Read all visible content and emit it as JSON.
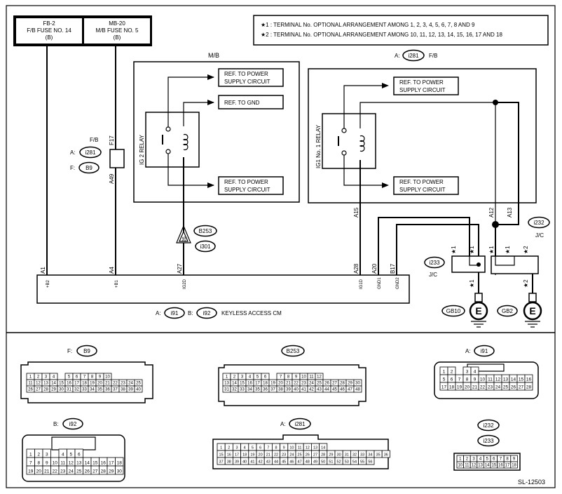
{
  "fuses": [
    {
      "line1": "FB-2",
      "line2": "F/B FUSE NO. 14",
      "line3": "(B)"
    },
    {
      "line1": "MB-20",
      "line2": "M/B FUSE NO. 5",
      "line3": "(B)"
    }
  ],
  "legend": [
    "★1  : TERMINAL No. OPTIONAL ARRANGEMENT AMONG 1, 2, 3, 4, 5, 6, 7, 8 AND 9",
    "★2  : TERMINAL No. OPTIONAL ARRANGEMENT AMONG 10, 11, 12, 13, 14, 15, 16, 17 AND 18"
  ],
  "mb": {
    "title": "M/B",
    "relay": "IG 2 RELAY",
    "ref_power_1a": "REF. TO POWER",
    "ref_power_1b": "SUPPLY CIRCUIT",
    "ref_gnd": "REF. TO GND",
    "ref_power_2a": "REF. TO POWER",
    "ref_power_2b": "SUPPLY CIRCUIT"
  },
  "fb": {
    "prefix": "A:",
    "conn": "i281",
    "title": "F/B",
    "relay": "IG1 No. 1 RELAY",
    "ref_power_1a": "REF. TO POWER",
    "ref_power_1b": "SUPPLY CIRCUIT",
    "ref_power_2a": "REF. TO POWER",
    "ref_power_2b": "SUPPLY CIRCUIT"
  },
  "fb_block": {
    "title": "F/B",
    "a_prefix": "A:",
    "a_conn": "i281",
    "f_prefix": "F:",
    "f_conn": "B9",
    "f17": "F17",
    "a49": "A49"
  },
  "splice": {
    "num": "26",
    "c1": "B253",
    "c2": "i301"
  },
  "terminals": {
    "a1": "A1",
    "a4": "A4",
    "a27": "A27",
    "a28": "A28",
    "a20": "A20",
    "b17": "B17",
    "a15": "A15",
    "a12": "A12",
    "a13": "A13"
  },
  "cm_pins": [
    "+B2",
    "+B1",
    "IG2D",
    "IG1D",
    "GND1",
    "GND2"
  ],
  "cm": {
    "a_prefix": "A:",
    "a_conn": "i91",
    "b_prefix": "B:",
    "b_conn": "i92",
    "name": "KEYLESS ACCESS CM"
  },
  "jc": [
    {
      "conn": "i233",
      "label": "J/C"
    },
    {
      "conn": "i232",
      "label": "J/C"
    }
  ],
  "stars": {
    "s1": "★1",
    "s2": "★2"
  },
  "grounds": [
    {
      "name": "GB10",
      "sym": "E"
    },
    {
      "name": "GB2",
      "sym": "E"
    }
  ],
  "connectors": {
    "b9": {
      "prefix": "F:",
      "conn": "B9",
      "rows": [
        [
          "1",
          "2",
          "3",
          "4",
          "",
          "5",
          "6",
          "7",
          "8",
          "9",
          "10"
        ],
        [
          "11",
          "12",
          "13",
          "14",
          "15",
          "16",
          "17",
          "18",
          "19",
          "20",
          "21",
          "22",
          "23",
          "24",
          "25"
        ],
        [
          "26",
          "27",
          "28",
          "29",
          "30",
          "31",
          "32",
          "33",
          "34",
          "35",
          "36",
          "37",
          "38",
          "39",
          "40"
        ]
      ]
    },
    "b253": {
      "conn": "B253",
      "rows": [
        [
          "1",
          "2",
          "3",
          "4",
          "5",
          "6",
          "",
          "7",
          "8",
          "9",
          "10",
          "11",
          "12"
        ],
        [
          "13",
          "14",
          "15",
          "16",
          "17",
          "18",
          "19",
          "20",
          "21",
          "22",
          "23",
          "24",
          "25",
          "26",
          "27",
          "28",
          "29",
          "30"
        ],
        [
          "31",
          "32",
          "33",
          "34",
          "35",
          "36",
          "37",
          "38",
          "39",
          "40",
          "41",
          "42",
          "43",
          "44",
          "45",
          "46",
          "47",
          "48"
        ]
      ]
    },
    "i91": {
      "prefix": "A:",
      "conn": "i91",
      "rows": [
        [
          "1",
          "2",
          "",
          "3",
          "4"
        ],
        [
          "5",
          "6",
          "7",
          "8",
          "9",
          "10",
          "11",
          "12",
          "13",
          "14",
          "15",
          "16"
        ],
        [
          "17",
          "18",
          "19",
          "20",
          "21",
          "22",
          "23",
          "24",
          "25",
          "26",
          "27",
          "28"
        ]
      ]
    },
    "i92": {
      "prefix": "B:",
      "conn": "i92",
      "rows": [
        [
          "1",
          "2",
          "3",
          "",
          "4",
          "5",
          "6"
        ],
        [
          "7",
          "8",
          "9",
          "10",
          "11",
          "12",
          "13",
          "14",
          "15",
          "16",
          "17",
          "18"
        ],
        [
          "19",
          "20",
          "21",
          "22",
          "23",
          "24",
          "25",
          "26",
          "27",
          "28",
          "29",
          "30"
        ]
      ]
    },
    "i281": {
      "prefix": "A:",
      "conn": "i281",
      "rows": [
        [
          "1",
          "2",
          "3",
          "4",
          "5",
          "6",
          "7",
          "8",
          "9",
          "10",
          "11",
          "12",
          "13",
          "14"
        ],
        [
          "15",
          "16",
          "17",
          "18",
          "19",
          "20",
          "21",
          "22",
          "23",
          "24",
          "25",
          "26",
          "27",
          "28",
          "29",
          "30",
          "31",
          "32",
          "33",
          "34",
          "35",
          "36"
        ],
        [
          "37",
          "38",
          "39",
          "40",
          "41",
          "42",
          "43",
          "44",
          "45",
          "46",
          "47",
          "48",
          "49",
          "50",
          "51",
          "52",
          "53",
          "54",
          "55",
          "56"
        ]
      ]
    },
    "jc": {
      "conn1": "i232",
      "conn2": "i233",
      "rows": [
        [
          "1",
          "2",
          "3",
          "4",
          "5",
          "6",
          "7",
          "8",
          "9"
        ],
        [
          "10",
          "11",
          "12",
          "13",
          "14",
          "15",
          "16",
          "17",
          "18"
        ]
      ]
    }
  },
  "code": "SL-12503"
}
